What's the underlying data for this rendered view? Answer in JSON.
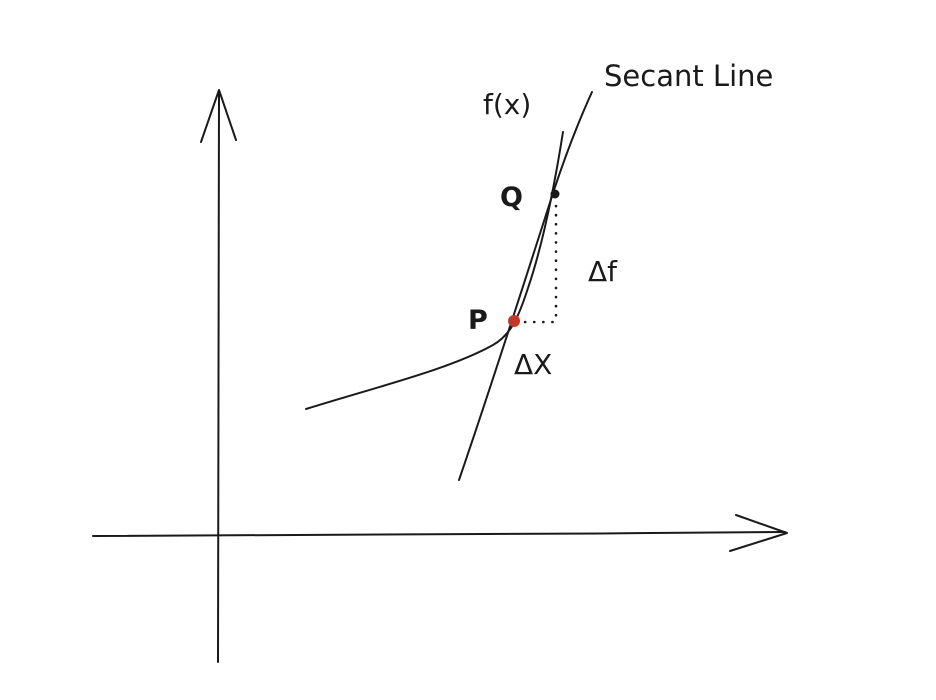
{
  "labels": {
    "function": "f(x)",
    "secant": "Secant Line",
    "point_q": "Q",
    "point_p": "P",
    "delta_f": "Δf",
    "delta_x": "ΔX"
  },
  "colors": {
    "ink": "#1a1a1a",
    "point_p": "#c0392b",
    "point_q": "#1a1a1a",
    "background": "#ffffff"
  }
}
